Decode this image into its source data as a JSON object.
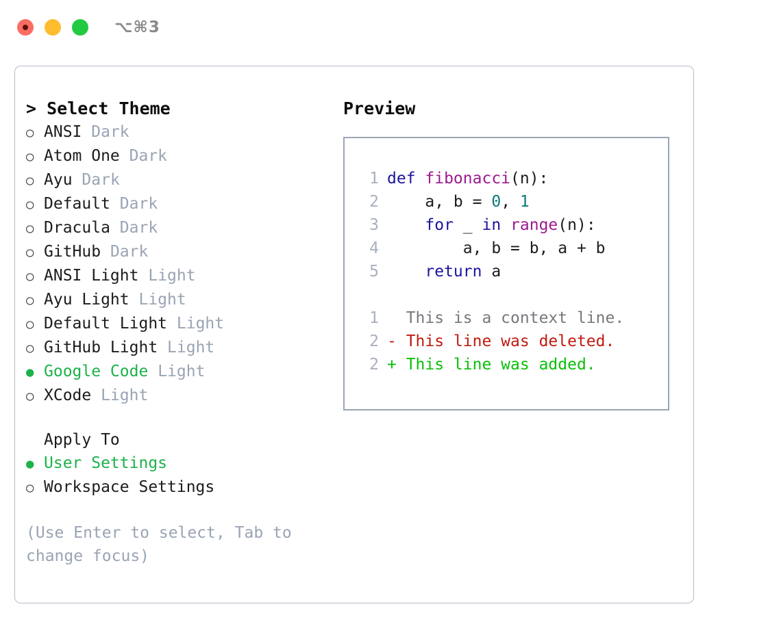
{
  "titlebar": {
    "buttons": [
      {
        "name": "close",
        "color": "#fb6d62"
      },
      {
        "name": "minimize",
        "color": "#fdbd2e"
      },
      {
        "name": "maximize",
        "color": "#23ca41"
      }
    ],
    "shortcut": "⌥⌘3"
  },
  "left": {
    "title": "> Select Theme",
    "themes": [
      {
        "bullet": "○",
        "name": "ANSI",
        "kind": "Dark",
        "selected": false
      },
      {
        "bullet": "○",
        "name": "Atom One",
        "kind": "Dark",
        "selected": false
      },
      {
        "bullet": "○",
        "name": "Ayu",
        "kind": "Dark",
        "selected": false
      },
      {
        "bullet": "○",
        "name": "Default",
        "kind": "Dark",
        "selected": false
      },
      {
        "bullet": "○",
        "name": "Dracula",
        "kind": "Dark",
        "selected": false
      },
      {
        "bullet": "○",
        "name": "GitHub",
        "kind": "Dark",
        "selected": false
      },
      {
        "bullet": "○",
        "name": "ANSI Light",
        "kind": "Light",
        "selected": false
      },
      {
        "bullet": "○",
        "name": "Ayu Light",
        "kind": "Light",
        "selected": false
      },
      {
        "bullet": "○",
        "name": "Default Light",
        "kind": "Light",
        "selected": false
      },
      {
        "bullet": "○",
        "name": "GitHub Light",
        "kind": "Light",
        "selected": false
      },
      {
        "bullet": "●",
        "name": "Google Code",
        "kind": "Light",
        "selected": true
      },
      {
        "bullet": "○",
        "name": "XCode",
        "kind": "Light",
        "selected": false
      }
    ],
    "apply_to_title": "Apply To",
    "apply_to": [
      {
        "bullet": "●",
        "name": "User Settings",
        "selected": true
      },
      {
        "bullet": "○",
        "name": "Workspace Settings",
        "selected": false
      }
    ],
    "hint": "(Use Enter to select, Tab to change focus)"
  },
  "right": {
    "title": "Preview",
    "code_lines": [
      {
        "num": "1",
        "parts": [
          {
            "text": "def ",
            "cls": "tok-kw"
          },
          {
            "text": "fibonacci",
            "cls": "tok-fn"
          },
          {
            "text": "(n):",
            "cls": ""
          }
        ]
      },
      {
        "num": "2",
        "parts": [
          {
            "text": "    a, b = ",
            "cls": ""
          },
          {
            "text": "0",
            "cls": "tok-num"
          },
          {
            "text": ", ",
            "cls": ""
          },
          {
            "text": "1",
            "cls": "tok-num"
          }
        ]
      },
      {
        "num": "3",
        "parts": [
          {
            "text": "    ",
            "cls": ""
          },
          {
            "text": "for",
            "cls": "tok-kw"
          },
          {
            "text": " _ ",
            "cls": ""
          },
          {
            "text": "in",
            "cls": "tok-kw"
          },
          {
            "text": " ",
            "cls": ""
          },
          {
            "text": "range",
            "cls": "tok-fn"
          },
          {
            "text": "(n):",
            "cls": ""
          }
        ]
      },
      {
        "num": "4",
        "parts": [
          {
            "text": "        a, b = b, a + b",
            "cls": ""
          }
        ]
      },
      {
        "num": "5",
        "parts": [
          {
            "text": "    ",
            "cls": ""
          },
          {
            "text": "return",
            "cls": "tok-kw"
          },
          {
            "text": " a",
            "cls": ""
          }
        ]
      }
    ],
    "diff_lines": [
      {
        "num": "1",
        "marker": "  ",
        "text": "This is a context line.",
        "cls": "diff-ctx"
      },
      {
        "num": "2",
        "marker": "- ",
        "text": "This line was deleted.",
        "cls": "diff-del"
      },
      {
        "num": "2",
        "marker": "+ ",
        "text": "This line was added.",
        "cls": "diff-add"
      }
    ]
  },
  "colors": {
    "accent_green": "#1cb24a",
    "muted": "#99a4b3",
    "border": "#b4bcc8",
    "preview_border": "#9aa5b3",
    "keyword": "#1c159c",
    "function": "#9c1a8f",
    "number": "#0b7a78",
    "diff_deleted": "#c21a10",
    "diff_added": "#07c007",
    "line_number": "#a8b0bd"
  }
}
